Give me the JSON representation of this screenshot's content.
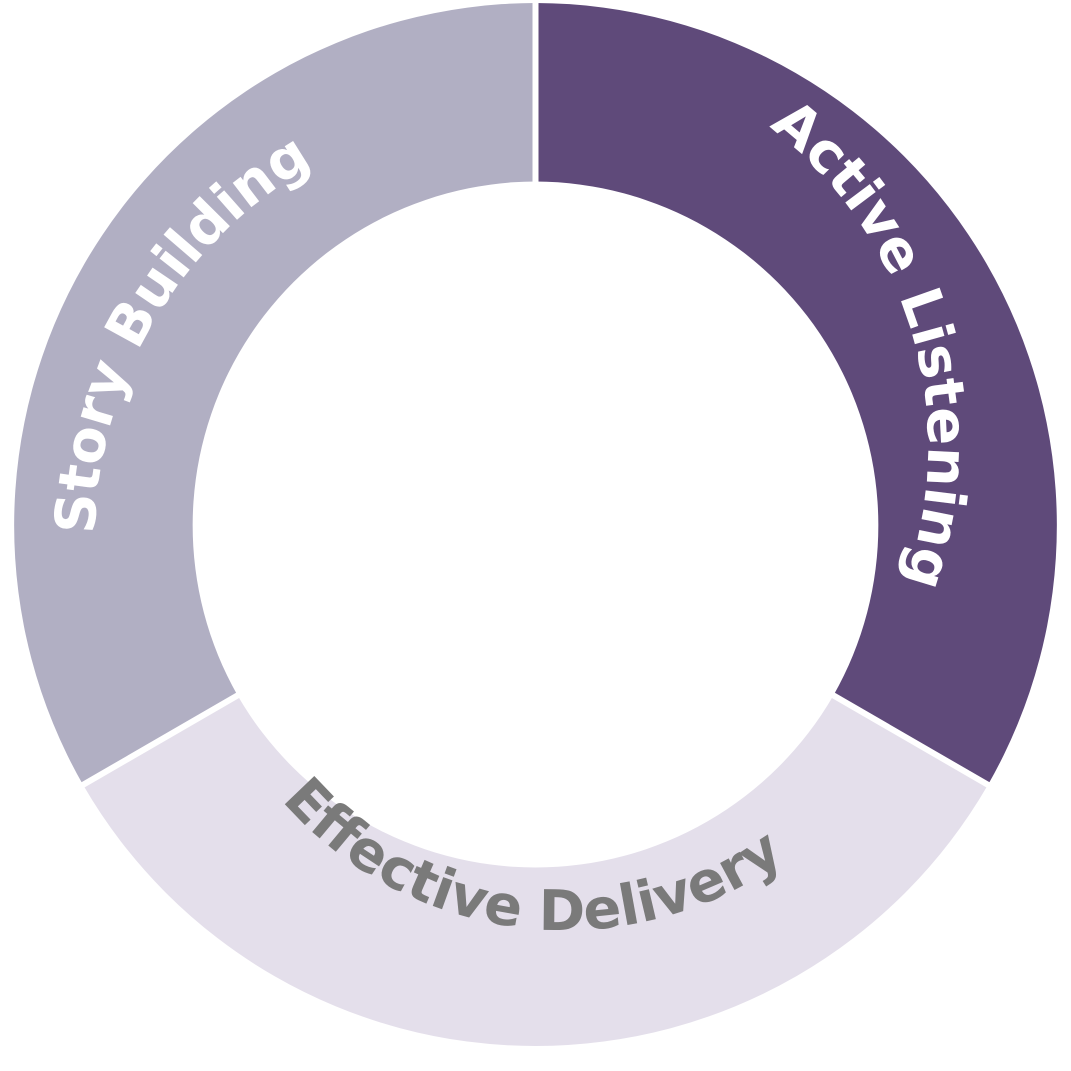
{
  "diagram": {
    "segments": [
      {
        "label": "Active Listening",
        "color": "#5f4a7a",
        "text_color": "#ffffff"
      },
      {
        "label": "Effective Delivery",
        "color": "#e4dfeb",
        "text_color": "#7a7a7a"
      },
      {
        "label": "Story Building",
        "color": "#b1afc3",
        "text_color": "#ffffff"
      }
    ]
  }
}
